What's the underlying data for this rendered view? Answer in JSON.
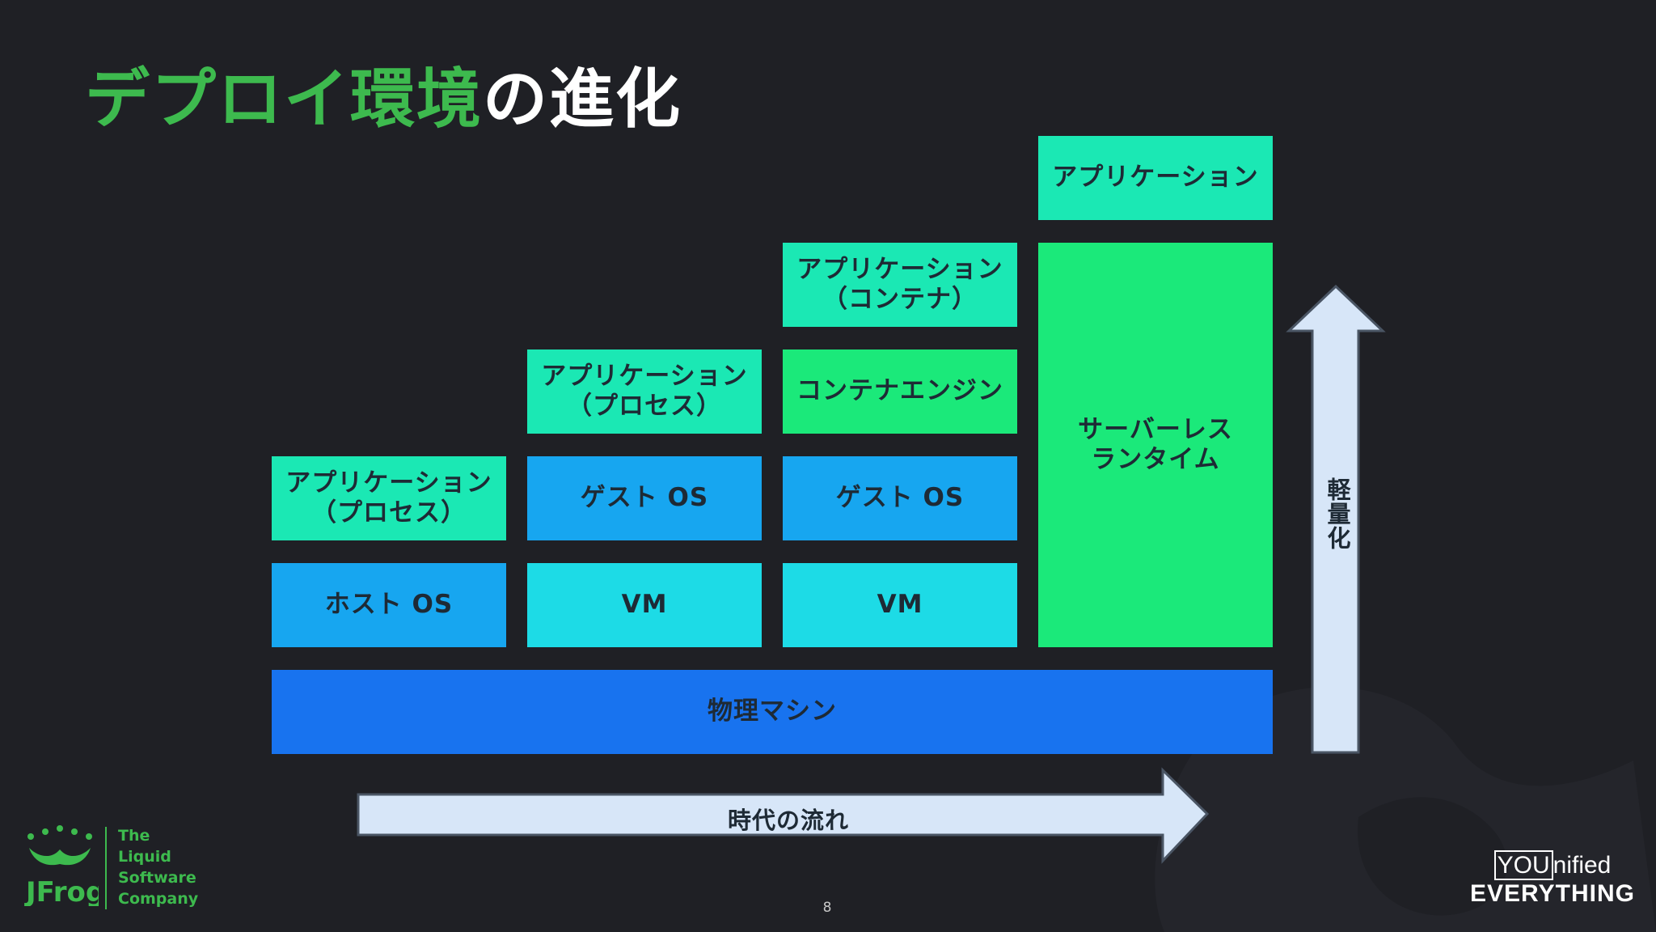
{
  "title": {
    "highlight": "デプロイ環境",
    "rest": "の進化"
  },
  "boxes": {
    "col1_app": "アプリケーション\n（プロセス）",
    "col1_host": "ホスト OS",
    "col2_app": "アプリケーション\n（プロセス）",
    "col2_guest": "ゲスト OS",
    "col2_vm": "VM",
    "col3_app": "アプリケーション\n（コンテナ）",
    "col3_engine": "コンテナエンジン",
    "col3_guest": "ゲスト OS",
    "col3_vm": "VM",
    "col4_app": "アプリケーション",
    "col4_serverless": "サーバーレス\nランタイム",
    "physical": "物理マシン"
  },
  "arrows": {
    "time": "時代の流れ",
    "lightweight": "軽量化"
  },
  "footer": {
    "logo_lines": [
      "The",
      "Liquid",
      "Software",
      "Company"
    ],
    "logo_name": "JFrog",
    "page_number": "8",
    "tagline_a": "YOU",
    "tagline_b": "nified",
    "tagline_c": "EVERYTHING"
  },
  "colors": {
    "title_green": "#3dba4e",
    "mint": "#1be8b4",
    "blue": "#17a6f0",
    "cyan": "#1ddbe6",
    "green": "#1be97a",
    "physical": "#1873ef",
    "arrow": "#d7e6f8"
  }
}
